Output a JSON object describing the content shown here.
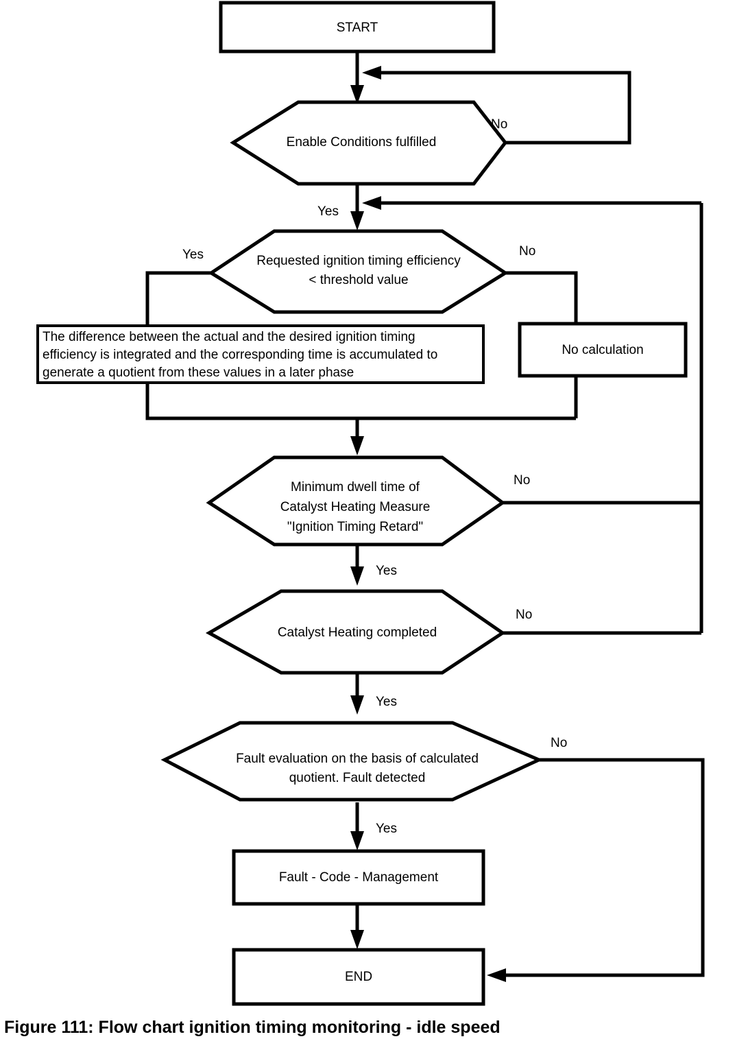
{
  "figure": {
    "caption": "Figure 111: Flow chart ignition timing monitoring - idle speed"
  },
  "colors": {
    "stroke": "#000000",
    "fill": "#ffffff",
    "background": "#ffffff"
  },
  "chart_data": {
    "type": "diagram",
    "title": "Figure 111: Flow chart ignition timing monitoring - idle speed",
    "nodes": [
      {
        "id": "start",
        "shape": "rectangle",
        "label": "START"
      },
      {
        "id": "enable",
        "shape": "hexagon",
        "label": "Enable Conditions fulfilled"
      },
      {
        "id": "requested",
        "shape": "hexagon",
        "label_line1": "Requested ignition timing efficiency",
        "label_line2": "< threshold value"
      },
      {
        "id": "integrate",
        "shape": "rectangle",
        "label_line1": "The difference between the actual and the desired ignition timing",
        "label_line2": "efficiency is integrated and the corresponding time is accumulated to",
        "label_line3": "generate a quotient from these values in a later phase"
      },
      {
        "id": "nocalc",
        "shape": "rectangle",
        "label": "No calculation"
      },
      {
        "id": "dwell",
        "shape": "hexagon",
        "label_line1": "Minimum dwell time of",
        "label_line2": "Catalyst Heating Measure",
        "label_line3": "\"Ignition Timing Retard\""
      },
      {
        "id": "catheat",
        "shape": "hexagon",
        "label": "Catalyst Heating completed"
      },
      {
        "id": "faulteval",
        "shape": "hexagon",
        "label_line1": "Fault evaluation on the basis of calculated",
        "label_line2": "quotient. Fault detected"
      },
      {
        "id": "faultcode",
        "shape": "rectangle",
        "label": "Fault - Code - Management"
      },
      {
        "id": "end",
        "shape": "rectangle",
        "label": "END"
      }
    ],
    "edges": [
      {
        "from": "start",
        "to": "enable",
        "label": ""
      },
      {
        "from": "enable",
        "to": "enable",
        "label": "No"
      },
      {
        "from": "enable",
        "to": "requested",
        "label": "Yes"
      },
      {
        "from": "requested",
        "to": "integrate",
        "label": "Yes"
      },
      {
        "from": "requested",
        "to": "nocalc",
        "label": "No"
      },
      {
        "from": "integrate",
        "to": "dwell",
        "label": ""
      },
      {
        "from": "nocalc",
        "to": "dwell",
        "label": ""
      },
      {
        "from": "dwell",
        "to": "catheat",
        "label": "Yes"
      },
      {
        "from": "dwell",
        "to": "requested",
        "label": "No"
      },
      {
        "from": "catheat",
        "to": "faulteval",
        "label": "Yes"
      },
      {
        "from": "catheat",
        "to": "requested",
        "label": "No"
      },
      {
        "from": "faulteval",
        "to": "faultcode",
        "label": "Yes"
      },
      {
        "from": "faulteval",
        "to": "end",
        "label": "No"
      },
      {
        "from": "faultcode",
        "to": "end",
        "label": ""
      }
    ],
    "edge_labels": {
      "enable_no": "No",
      "enable_yes": "Yes",
      "requested_yes": "Yes",
      "requested_no": "No",
      "dwell_no": "No",
      "dwell_yes": "Yes",
      "catheat_no": "No",
      "catheat_yes": "Yes",
      "faulteval_no": "No",
      "faulteval_yes": "Yes"
    }
  },
  "nodes": {
    "start": {
      "label": "START"
    },
    "enable": {
      "label": "Enable Conditions fulfilled"
    },
    "requested": {
      "line1": "Requested ignition timing efficiency",
      "line2": "< threshold value"
    },
    "integrate": {
      "line1": "The difference between the actual and the desired ignition timing",
      "line2": "efficiency is integrated and the corresponding time is accumulated to",
      "line3": "generate a quotient from these values in a later phase"
    },
    "nocalc": {
      "label": "No calculation"
    },
    "dwell": {
      "line1": "Minimum dwell time of",
      "line2": "Catalyst Heating Measure",
      "line3": "\"Ignition Timing Retard\""
    },
    "catheat": {
      "label": "Catalyst Heating completed"
    },
    "faulteval": {
      "line1": "Fault evaluation on the basis of calculated",
      "line2": "quotient. Fault detected"
    },
    "faultcode": {
      "label": "Fault - Code - Management"
    },
    "end": {
      "label": "END"
    }
  },
  "labels": {
    "enable_no": "No",
    "enable_yes": "Yes",
    "requested_yes": "Yes",
    "requested_no": "No",
    "dwell_no": "No",
    "dwell_yes": "Yes",
    "catheat_no": "No",
    "catheat_yes": "Yes",
    "faulteval_no": "No",
    "faulteval_yes": "Yes"
  }
}
